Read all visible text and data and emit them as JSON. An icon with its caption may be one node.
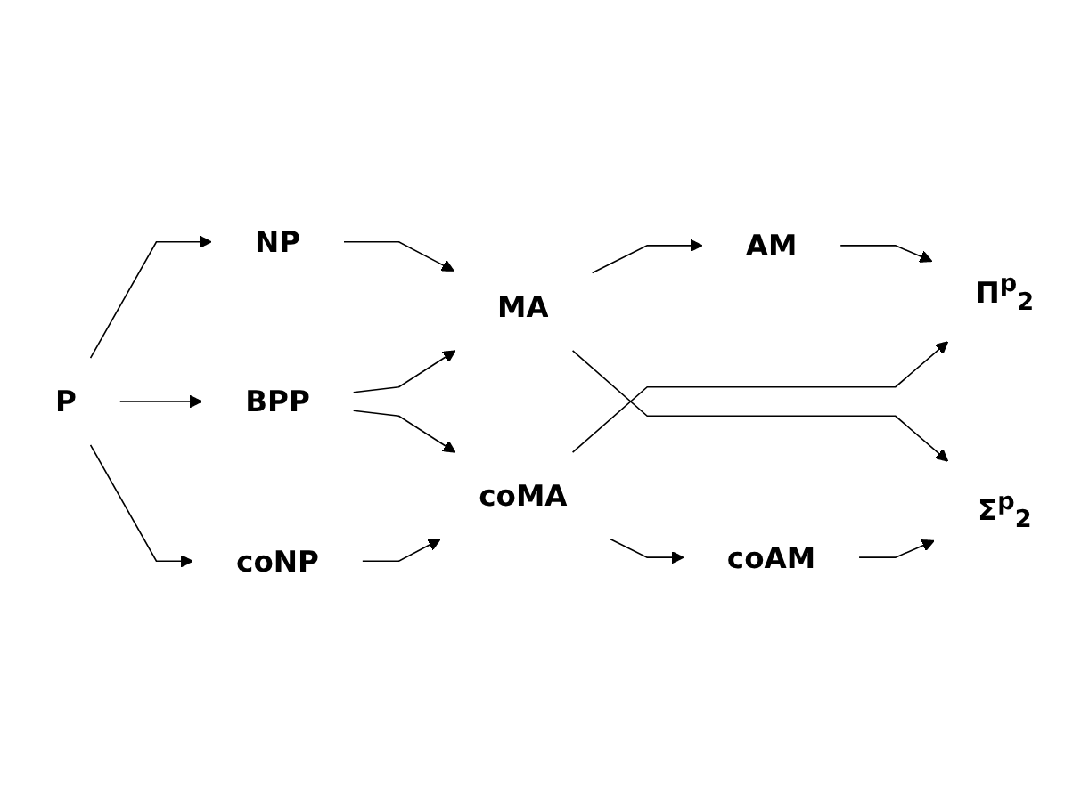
{
  "diagram": {
    "nodes": [
      {
        "text": [
          "P"
        ]
      },
      {
        "text": [
          "NP"
        ]
      },
      {
        "text": [
          "BPP"
        ]
      },
      {
        "text": [
          "coNP"
        ]
      },
      {
        "text": [
          "MA"
        ]
      },
      {
        "text": [
          "AM"
        ]
      },
      {
        "text": [
          "coAM"
        ]
      },
      {
        "text": [
          "coMA"
        ]
      },
      {
        "text": [
          "Σ$^{p}$$_{2}$"
        ]
      },
      {
        "text": [
          "Π$^{p}$$_{2}$"
        ]
      }
    ],
    "edges": [
      {
        "from": 0,
        "to": 1,
        "arrow": "to"
      },
      {
        "from": 0,
        "to": 2,
        "arrow": "to"
      },
      {
        "from": 0,
        "to": 3,
        "arrow": "to"
      },
      {
        "from": 1,
        "to": 4,
        "arrow": "to"
      },
      {
        "from": 2,
        "to": 4,
        "arrow": "to"
      },
      {
        "from": 2,
        "to": 7,
        "arrow": "to"
      },
      {
        "from": 3,
        "to": 7,
        "arrow": "to"
      },
      {
        "from": 4,
        "to": 5,
        "arrow": "to"
      },
      {
        "from": 4,
        "to": 8,
        "arrow": "to"
      },
      {
        "from": 5,
        "to": 9,
        "arrow": "to"
      },
      {
        "from": 7,
        "to": 6,
        "arrow": "to"
      },
      {
        "from": 7,
        "to": 9,
        "arrow": "to"
      },
      {
        "from": 6,
        "to": 8,
        "arrow": "to"
      }
    ]
  }
}
